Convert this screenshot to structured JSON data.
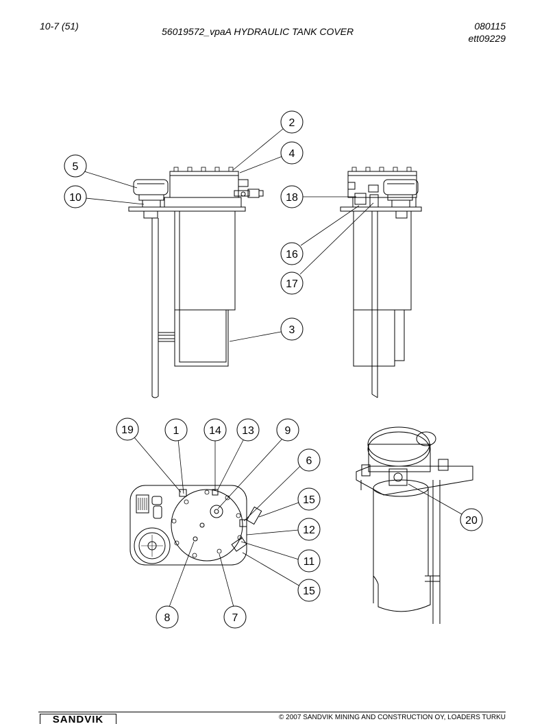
{
  "header": {
    "page_ref": "10-7 (51)",
    "title": "56019572_vpaA HYDRAULIC TANK COVER",
    "date": "080115",
    "code": "ett09229"
  },
  "callouts": {
    "c2": "2",
    "c4": "4",
    "c5": "5",
    "c10": "10",
    "c18": "18",
    "c16": "16",
    "c17": "17",
    "c3": "3",
    "c19": "19",
    "c1": "1",
    "c14": "14",
    "c13": "13",
    "c9": "9",
    "c6": "6",
    "c15a": "15",
    "c12": "12",
    "c11": "11",
    "c15b": "15",
    "c8": "8",
    "c7": "7",
    "c20": "20"
  },
  "footer": {
    "copyright": "© 2007 SANDVIK MINING AND CONSTRUCTION OY, LOADERS TURKU",
    "logo": "SANDVIK"
  }
}
